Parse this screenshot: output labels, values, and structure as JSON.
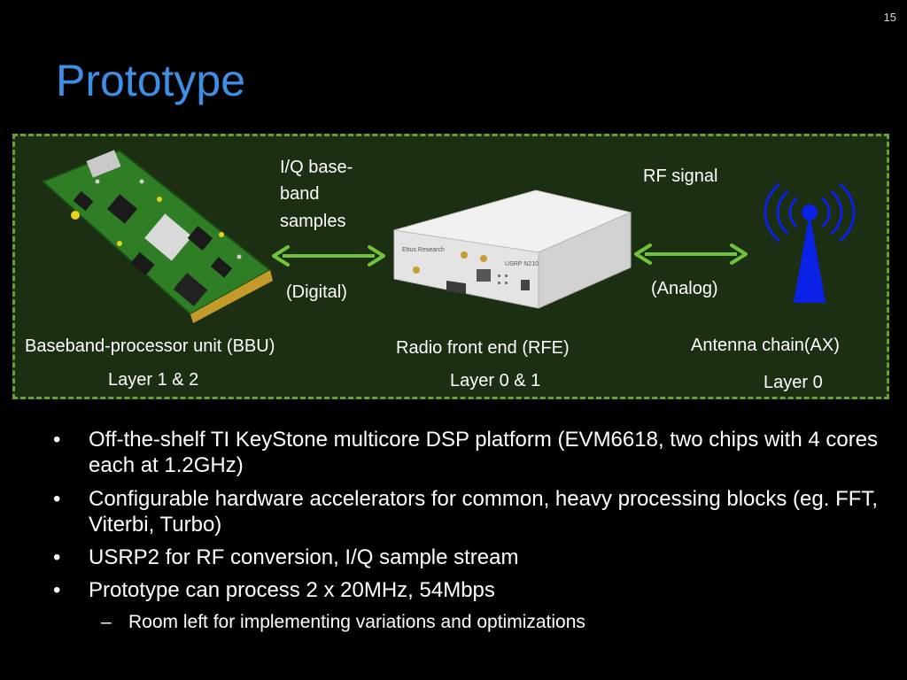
{
  "slide": {
    "number": "15",
    "title": "Prototype"
  },
  "diagram": {
    "iq_label": "I/Q base-band samples",
    "rf_label": "RF signal",
    "digital_label": "(Digital)",
    "analog_label": "(Analog)",
    "bbu": {
      "name": "Baseband-processor unit (BBU)",
      "layer": "Layer 1 & 2"
    },
    "rfe": {
      "name": "Radio front end (RFE)",
      "layer": "Layer 0 & 1",
      "device_brand": "Ettus Research",
      "device_model": "USRP N210"
    },
    "ax": {
      "name": "Antenna chain(AX)",
      "layer": "Layer 0"
    }
  },
  "bullets": [
    {
      "text": "Off-the-shelf TI KeyStone multicore DSP platform (EVM6618, two chips with 4 cores each at 1.2GHz)"
    },
    {
      "text": "Configurable hardware accelerators for common, heavy processing blocks (eg. FFT, Viterbi, Turbo)"
    },
    {
      "text": "USRP2 for RF conversion, I/Q sample stream"
    },
    {
      "text": "Prototype can process 2 x 20MHz, 54Mbps"
    },
    {
      "text": "Room left for implementing variations and optimizations",
      "sub": true
    }
  ],
  "colors": {
    "title": "#3d8fe6",
    "panel_bg": "#1d2f12",
    "panel_border": "#67a033",
    "arrow": "#6fc43a",
    "antenna": "#0a22e6"
  }
}
